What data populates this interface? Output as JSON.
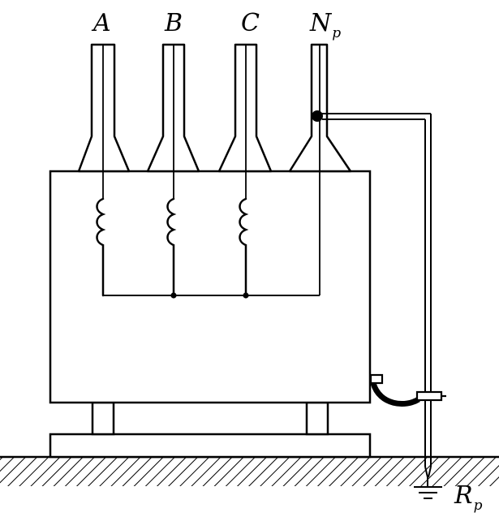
{
  "terminals": {
    "a": "A",
    "b": "B",
    "c": "C",
    "n": "N",
    "n_sub": "p"
  },
  "ground": {
    "r": "R",
    "r_sub": "p"
  },
  "colors": {
    "ink": "#000000",
    "paper": "#ffffff"
  }
}
